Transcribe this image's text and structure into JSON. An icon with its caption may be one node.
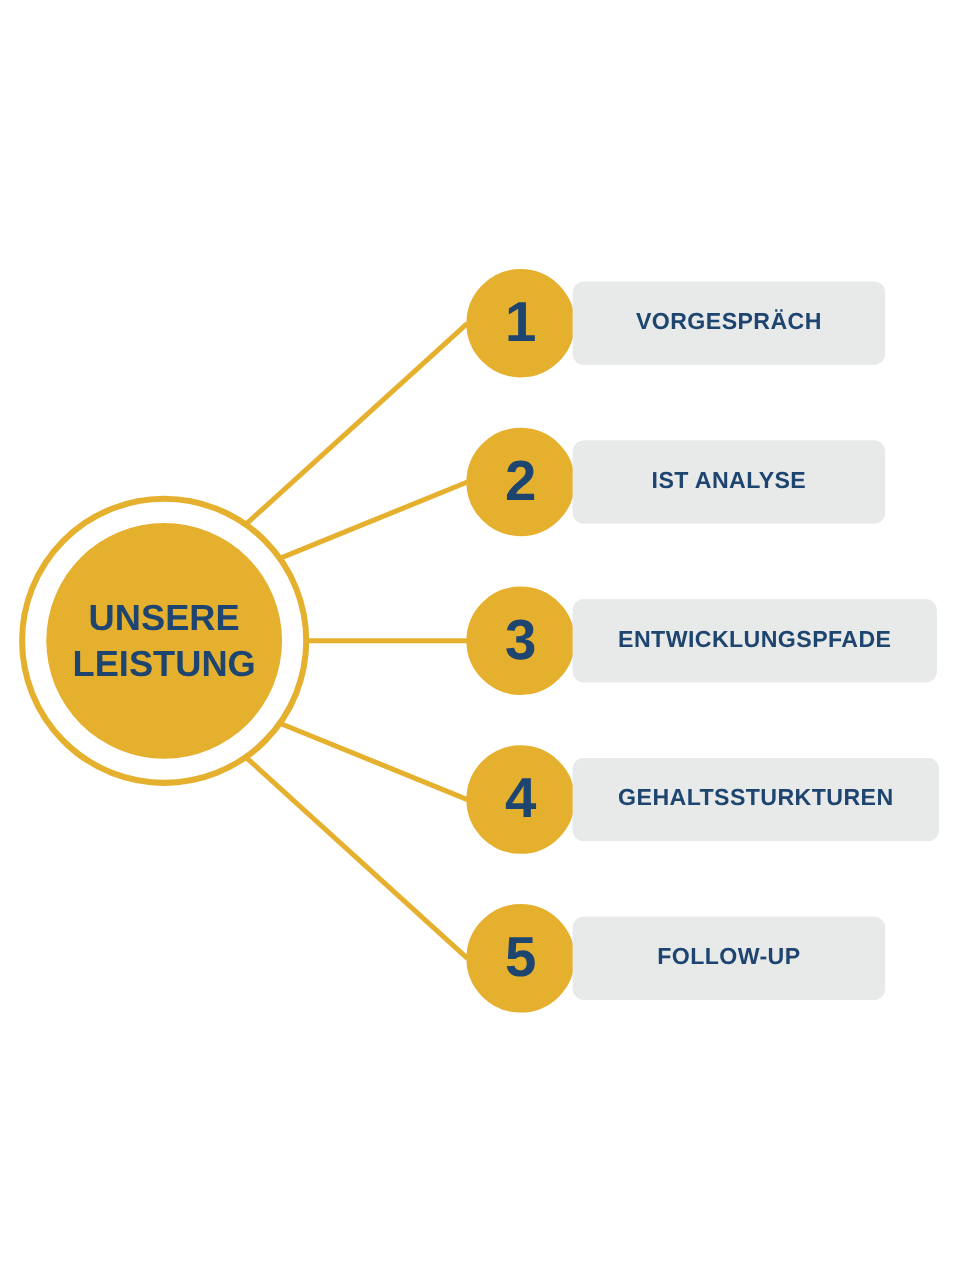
{
  "diagram": {
    "nodes": [
      {
        "text": [
          "UNSERE LEISTUNG"
        ]
      },
      {
        "text": [
          "1"
        ]
      },
      {
        "text": [
          "VORGESPRÄCH"
        ]
      },
      {
        "text": [
          "2"
        ]
      },
      {
        "text": [
          "IST ANALYSE"
        ]
      },
      {
        "text": [
          "3"
        ]
      },
      {
        "text": [
          "ENTWICKLUNGSPFADE"
        ]
      },
      {
        "text": [
          "4"
        ]
      },
      {
        "text": [
          "GEHALTSSTURKTUREN"
        ]
      },
      {
        "text": [
          "5"
        ]
      },
      {
        "text": [
          "FOLLOW-UP"
        ]
      }
    ],
    "edges": [
      {
        "from": 0,
        "to": 1,
        "arrow": "none"
      },
      {
        "from": 0,
        "to": 3,
        "arrow": "none"
      },
      {
        "from": 0,
        "to": 5,
        "arrow": "none"
      },
      {
        "from": 0,
        "to": 7,
        "arrow": "none"
      },
      {
        "from": 0,
        "to": 9,
        "arrow": "none"
      }
    ]
  }
}
